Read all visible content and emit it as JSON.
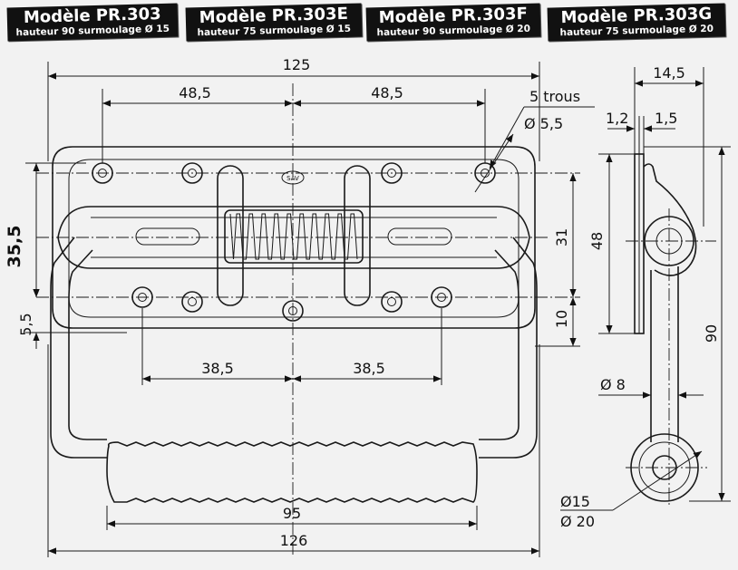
{
  "models": [
    {
      "title": "Modèle PR.303",
      "subtitle": "hauteur 90 surmoulage Ø 15"
    },
    {
      "title": "Modèle PR.303E",
      "subtitle": "hauteur 75 surmoulage Ø 15"
    },
    {
      "title": "Modèle PR.303F",
      "subtitle": "hauteur 90 surmoulage Ø 20"
    },
    {
      "title": "Modèle PR.303G",
      "subtitle": "hauteur 75 surmoulage Ø 20"
    }
  ],
  "dimensions": {
    "plate_width": "125",
    "hole_spacing_top_left": "48,5",
    "hole_spacing_top_right": "48,5",
    "holes_count": "5 trous",
    "hole_diameter": "Ø 5,5",
    "plate_height": "35,5",
    "bottom_offset": "5,5",
    "hole_spacing_bottom_left": "38,5",
    "hole_spacing_bottom_right": "38,5",
    "grip_length": "95",
    "handle_width": "126",
    "vertical_31": "31",
    "vertical_10": "10",
    "side_depth": "14,5",
    "thickness_1": "1,2",
    "thickness_2": "1,5",
    "side_height": "48",
    "total_height": "90",
    "rod_diameter": "Ø 8",
    "grip_diameter": "Ø15",
    "grip_diameter_alt": "Ø 20",
    "logo_text": "SAV"
  }
}
